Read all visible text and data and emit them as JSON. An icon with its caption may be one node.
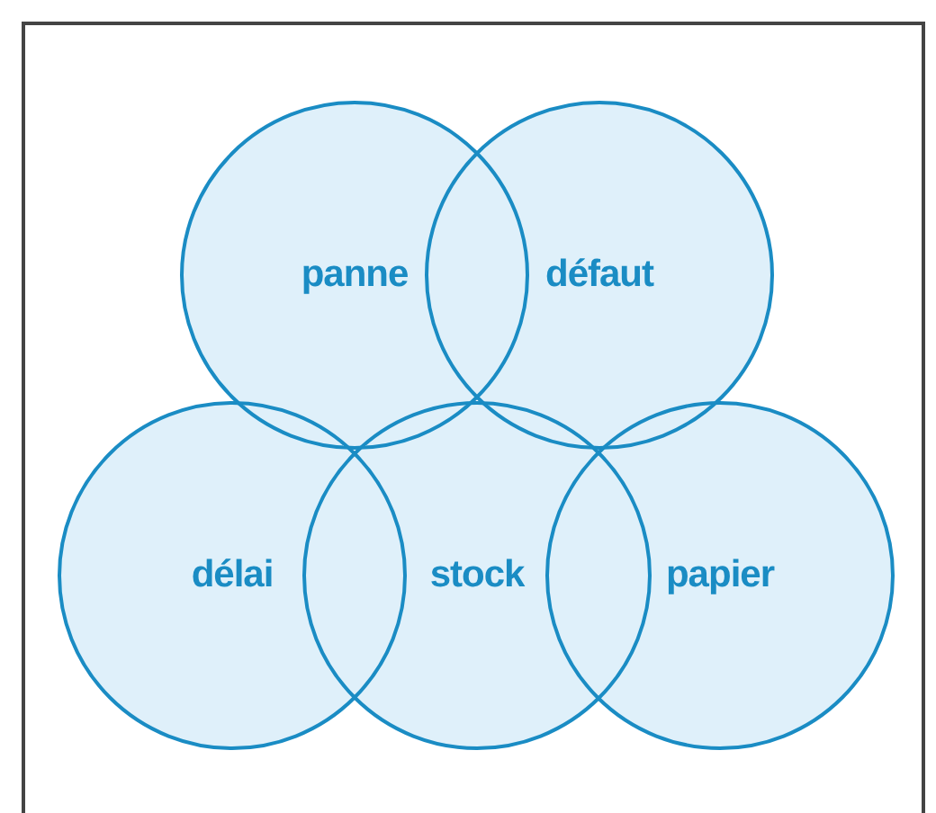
{
  "diagram": {
    "nodes": [
      {
        "text": [
          "panne"
        ]
      },
      {
        "text": [
          "défaut"
        ]
      },
      {
        "text": [
          "délai"
        ]
      },
      {
        "text": [
          "stock"
        ]
      },
      {
        "text": [
          "papier"
        ]
      }
    ]
  }
}
